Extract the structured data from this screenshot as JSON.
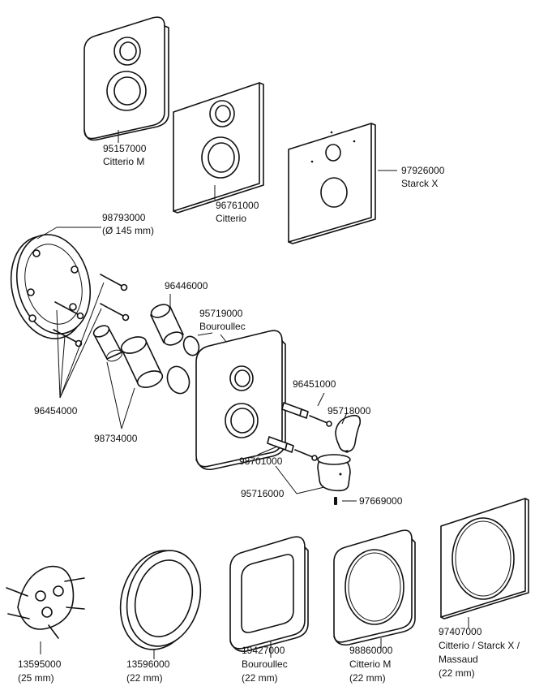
{
  "parts": {
    "p95157000": {
      "number": "95157000",
      "desc": "Citterio M"
    },
    "p96761000": {
      "number": "96761000",
      "desc": "Citterio"
    },
    "p97926000": {
      "number": "97926000",
      "desc": "Starck X"
    },
    "p98793000": {
      "number": "98793000",
      "desc": "(Ø 145 mm)"
    },
    "p96446000": {
      "number": "96446000"
    },
    "p95719000": {
      "number": "95719000",
      "desc": "Bouroullec"
    },
    "p96454000": {
      "number": "96454000"
    },
    "p98734000": {
      "number": "98734000"
    },
    "p96451000": {
      "number": "96451000"
    },
    "p95718000": {
      "number": "95718000"
    },
    "p98701000": {
      "number": "98701000"
    },
    "p95716000": {
      "number": "95716000"
    },
    "p97669000": {
      "number": "97669000"
    },
    "p13595000": {
      "number": "13595000",
      "desc": "(25 mm)"
    },
    "p13596000": {
      "number": "13596000",
      "desc": "(22 mm)"
    },
    "p19427000": {
      "number": "19427000",
      "desc": "Bouroullec",
      "size": "(22 mm)"
    },
    "p98860000": {
      "number": "98860000",
      "desc": "Citterio M",
      "size": "(22 mm)"
    },
    "p97407000": {
      "number": "97407000",
      "desc": "Citterio / Starck X /",
      "desc2": "Massaud",
      "size": "(22 mm)"
    }
  }
}
